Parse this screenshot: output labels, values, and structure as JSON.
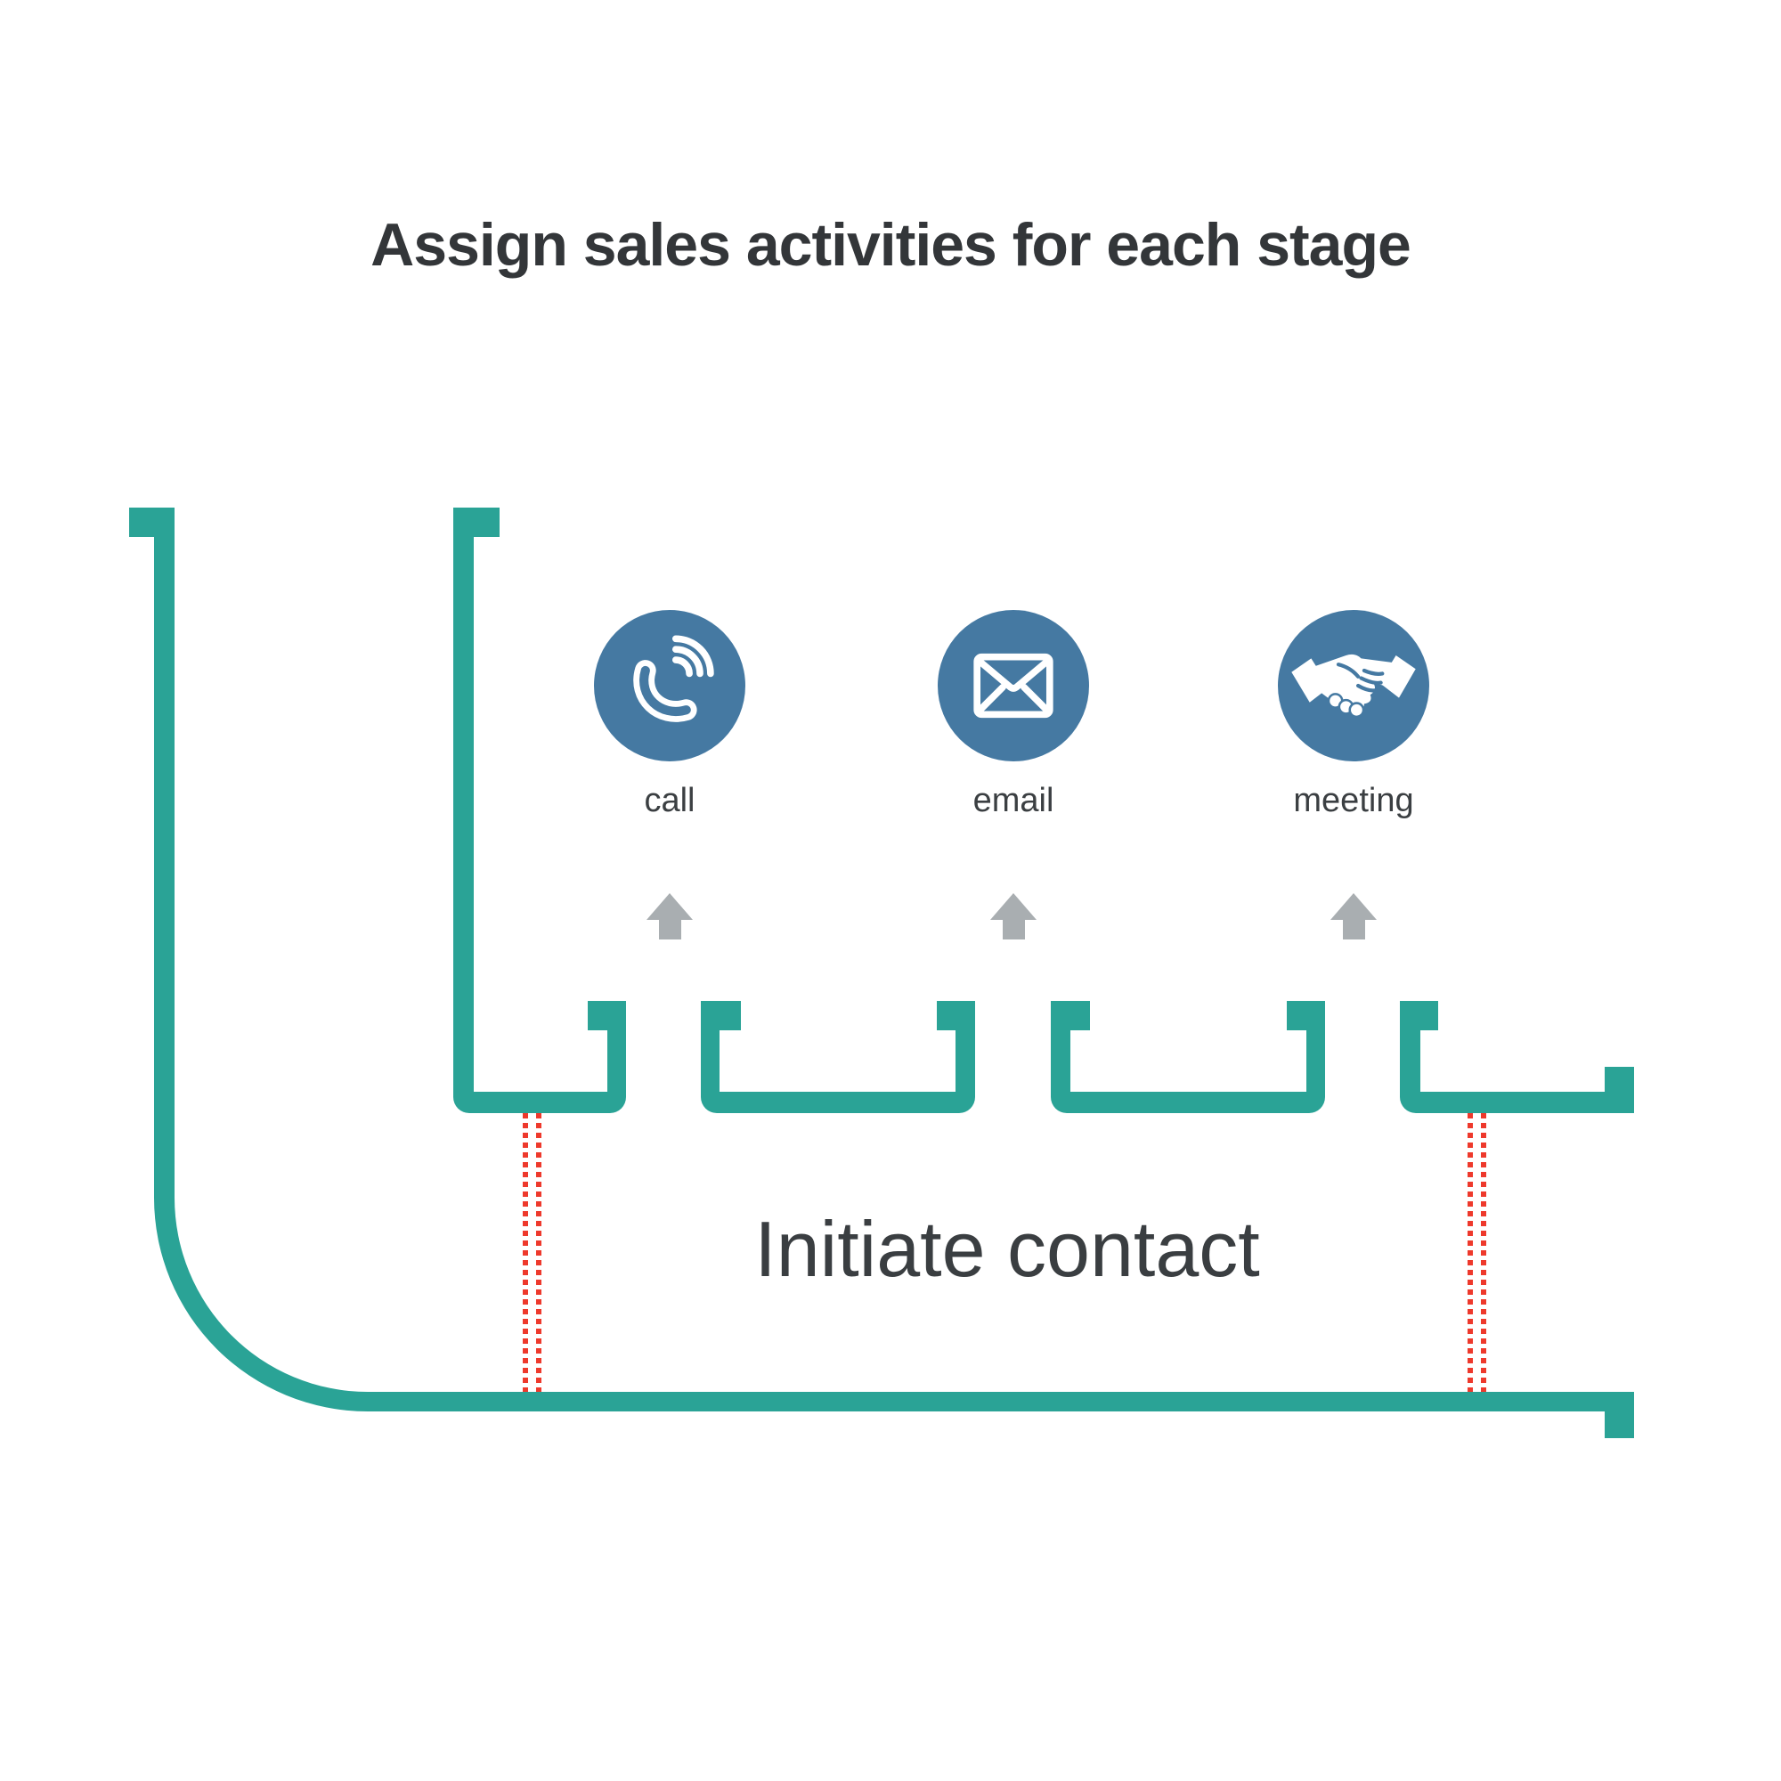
{
  "title": "Assign sales activities for each stage",
  "stage": {
    "label": "Initiate contact"
  },
  "activities": [
    {
      "label": "call",
      "icon": "phone-call-icon"
    },
    {
      "label": "email",
      "icon": "email-envelope-icon"
    },
    {
      "label": "meeting",
      "icon": "handshake-meeting-icon"
    }
  ],
  "colors": {
    "pipeline_teal": "#2aa396",
    "icon_circle_blue": "#4579a2",
    "connector_red": "#ee392c",
    "arrow_gray": "#a9aeb1",
    "title_text": "#333639",
    "stage_text": "#3a3e41",
    "background": "#ffffff"
  }
}
